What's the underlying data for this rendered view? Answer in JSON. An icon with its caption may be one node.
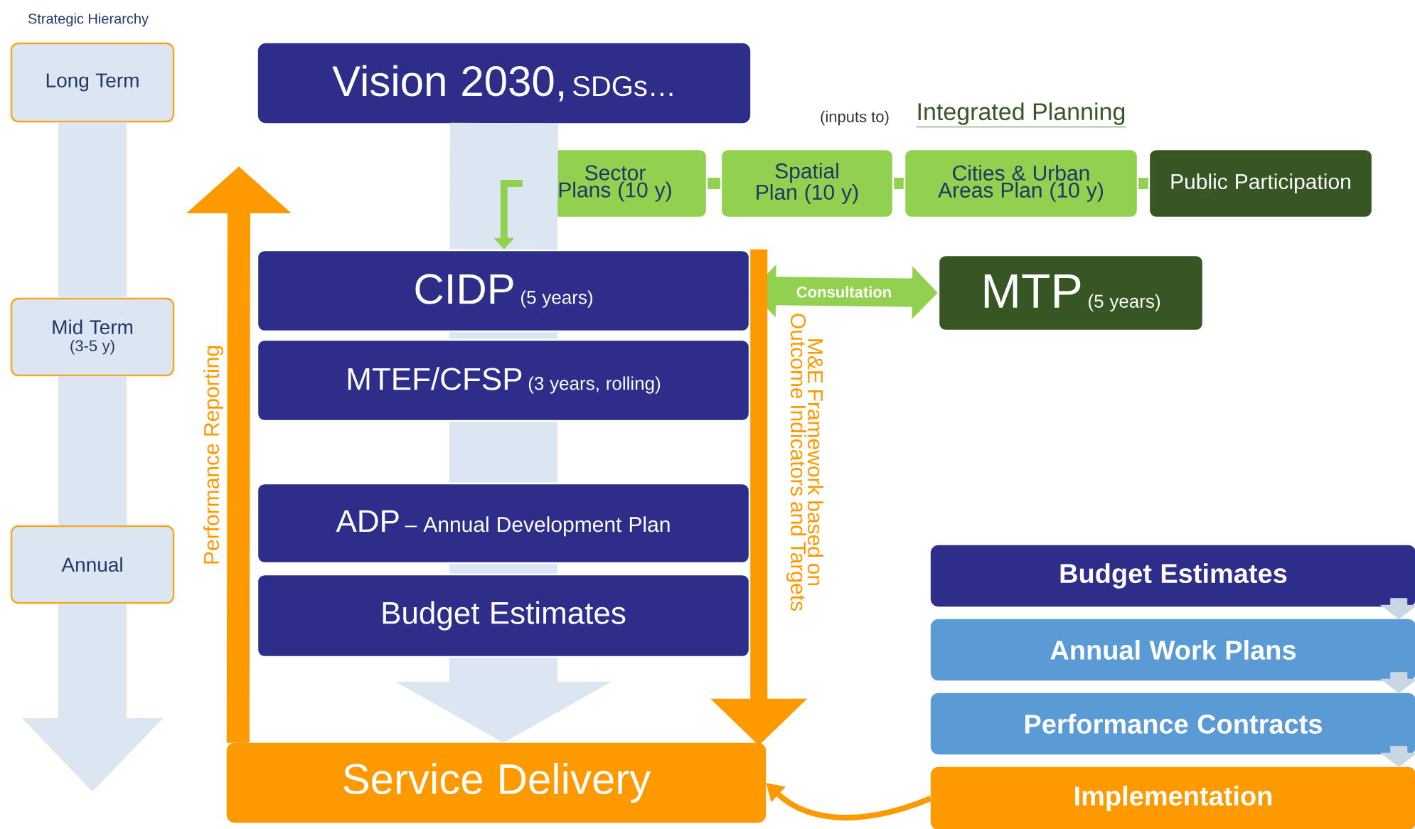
{
  "diagram": {
    "nodes": [
      {
        "text": [
          "Long Term"
        ]
      },
      {
        "text": [
          "Mid Term",
          "(3-5 y)"
        ]
      },
      {
        "text": [
          "Annual"
        ]
      },
      {
        "text": [
          "Vision 2030,",
          "SDGs…"
        ]
      },
      {
        "text": [
          "Sector Plans (10 y)"
        ]
      },
      {
        "text": [
          "Spatial Plan (10 y)"
        ]
      },
      {
        "text": [
          "Cities & Urban Areas Plan (10 y)"
        ]
      },
      {
        "text": [
          "Public Participation"
        ]
      },
      {
        "text": [
          "CIDP",
          "(5 years)"
        ]
      },
      {
        "text": [
          "MTEF/CFSP",
          "(3 years, rolling)"
        ]
      },
      {
        "text": [
          "ADP",
          "– Annual Development Plan"
        ]
      },
      {
        "text": [
          "Budget Estimates"
        ]
      },
      {
        "text": [
          "MTP",
          "(5 years)"
        ]
      },
      {
        "text": [
          "Service Delivery"
        ]
      },
      {
        "text": [
          "Budget Estimates"
        ]
      },
      {
        "text": [
          "Annual Work Plans"
        ]
      },
      {
        "text": [
          "Performance Contracts"
        ]
      },
      {
        "text": [
          "Implementation"
        ]
      }
    ],
    "edges": [
      {
        "from": 0,
        "to": 1,
        "arrow": "none",
        "style": "thick"
      },
      {
        "from": 1,
        "to": 2,
        "arrow": "none",
        "style": "thick"
      },
      {
        "from": 2,
        "to": null,
        "arrow": "to",
        "style": "thick"
      },
      {
        "from": 3,
        "to": 8,
        "arrow": "none",
        "style": "thick"
      },
      {
        "from": 8,
        "to": 9,
        "arrow": "none",
        "style": "thick"
      },
      {
        "from": 9,
        "to": 10,
        "arrow": "none",
        "style": "thick"
      },
      {
        "from": 10,
        "to": 11,
        "arrow": "none",
        "style": "thick"
      },
      {
        "from": 11,
        "to": 13,
        "arrow": "to",
        "style": "thick"
      },
      {
        "from": 4,
        "to": 8,
        "arrow": "to",
        "color": "#92d050"
      },
      {
        "from": 4,
        "to": 5,
        "arrow": "none",
        "color": "#92d050"
      },
      {
        "from": 5,
        "to": 6,
        "arrow": "none",
        "color": "#92d050"
      },
      {
        "from": 6,
        "to": 7,
        "arrow": "none",
        "color": "#92d050"
      },
      {
        "from": 8,
        "to": 12,
        "arrow": "both",
        "label": "Consultation",
        "color": "#92d050"
      },
      {
        "from": 13,
        "to": null,
        "arrow": "to",
        "label": "Performance Reporting",
        "color": "#ff9900"
      },
      {
        "from": 8,
        "to": 13,
        "arrow": "to",
        "label": "M&E Framework based on Outcome Indicators and Targets",
        "color": "#ff9900"
      },
      {
        "from": 14,
        "to": 15,
        "arrow": "to"
      },
      {
        "from": 15,
        "to": 16,
        "arrow": "to"
      },
      {
        "from": 16,
        "to": 17,
        "arrow": "to"
      },
      {
        "from": 17,
        "to": 13,
        "arrow": "to",
        "color": "#ff9900"
      }
    ],
    "labels": [
      "Strategic Hierarchy",
      "(inputs to)",
      "Integrated Planning"
    ]
  }
}
